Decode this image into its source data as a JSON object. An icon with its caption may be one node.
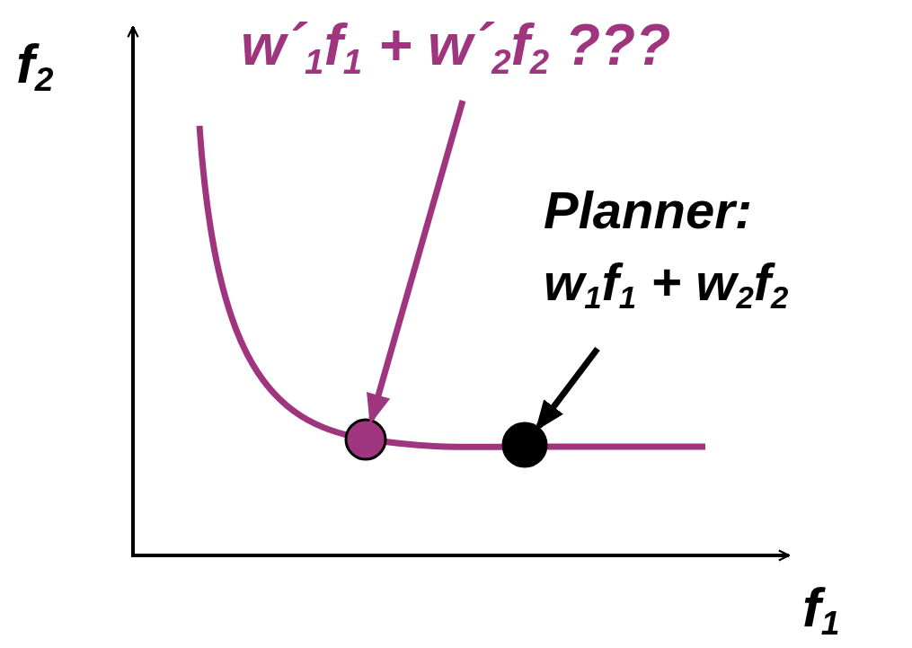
{
  "diagram": {
    "nodes": [
      {
        "text": [
          "w´$_{1}$f$_{1}$ + w´$_{2}$f$_{2}$  ???"
        ]
      },
      {
        "text": [],
        "shape": "circle"
      },
      {
        "text": [
          "Planner:",
          "w$_{1}$f$_{1}$ + w$_{2}$f$_{2}$"
        ]
      },
      {
        "text": [],
        "shape": "circle"
      }
    ],
    "edges": [
      {
        "from": 0,
        "to": 1,
        "arrow": "to",
        "color": "#a0357f"
      },
      {
        "from": 2,
        "to": 3,
        "arrow": "to",
        "color": "#000000"
      }
    ],
    "labels": [
      "f$_{2}$",
      "f$_{1}$"
    ]
  }
}
